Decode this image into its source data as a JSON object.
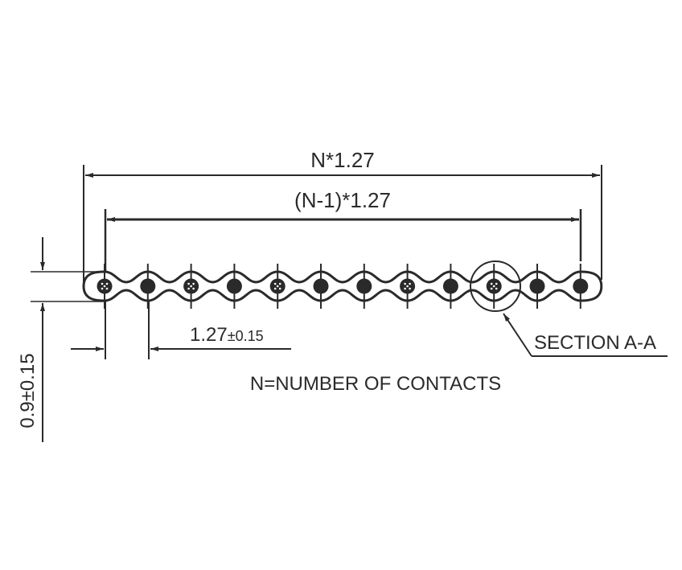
{
  "diagram": {
    "type": "ribbon-cable-cross-section",
    "labels": {
      "overall_width": "N*1.27",
      "pitch_span": "(N-1)*1.27",
      "pitch": "1.27",
      "pitch_tolerance": "±0.15",
      "thickness": "0.9±0.15",
      "section": "SECTION A-A",
      "note": "N=NUMBER OF CONTACTS"
    },
    "conductor_count_shown": 12,
    "conductors": [
      {
        "index": 1,
        "style": "stranded"
      },
      {
        "index": 2,
        "style": "solid"
      },
      {
        "index": 3,
        "style": "stranded"
      },
      {
        "index": 4,
        "style": "solid"
      },
      {
        "index": 5,
        "style": "stranded"
      },
      {
        "index": 6,
        "style": "solid"
      },
      {
        "index": 7,
        "style": "solid"
      },
      {
        "index": 8,
        "style": "stranded"
      },
      {
        "index": 9,
        "style": "solid"
      },
      {
        "index": 10,
        "style": "stranded"
      },
      {
        "index": 11,
        "style": "solid"
      },
      {
        "index": 12,
        "style": "solid"
      }
    ],
    "section_callout_conductor": 10,
    "colors": {
      "line": "#2a2a2a",
      "background": "#ffffff"
    }
  }
}
